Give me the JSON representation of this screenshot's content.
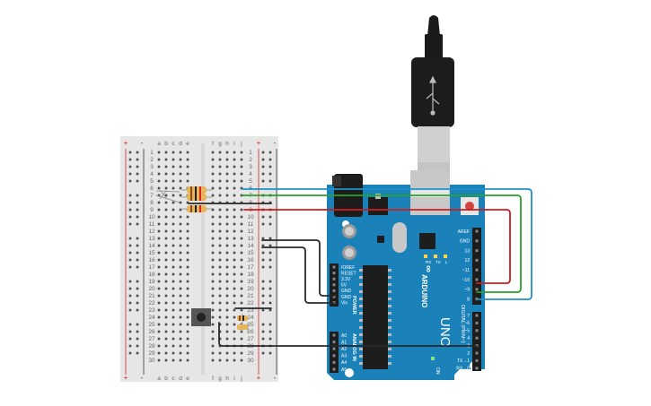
{
  "breadboard": {
    "column_letters_left": [
      "a",
      "b",
      "c",
      "d",
      "e"
    ],
    "column_letters_right": [
      "f",
      "g",
      "h",
      "i",
      "j"
    ],
    "rail_plus": "+",
    "rail_minus": "-",
    "row_count": 30
  },
  "arduino": {
    "brand": "ARDUINO",
    "model": "UNO",
    "logo_symbol": "∞",
    "digital_label": "DIGITAL (PWM~)",
    "analog_label": "ANALOG IN",
    "power_label": "POWER",
    "on_label": "ON",
    "tx_label": "TX",
    "rx_label": "RX",
    "l_label": "L",
    "power_pins": [
      "IOREF",
      "RESET",
      "3.3V",
      "5V",
      "GND",
      "GND",
      "Vin"
    ],
    "analog_pins": [
      "A0",
      "A1",
      "A2",
      "A3",
      "A4",
      "A5"
    ],
    "digital_pins_top": [
      "AREF",
      "GND",
      "13",
      "12",
      "~11",
      "~10",
      "~9",
      "8"
    ],
    "digital_pins_bottom": [
      "7",
      "~6",
      "~5",
      "4",
      "~3",
      "2",
      "TX→1",
      "RX←0"
    ]
  },
  "wire_colors": {
    "blue": "#1e90c8",
    "green": "#2aa12a",
    "red": "#d01c1c",
    "black": "#2a2a2a"
  }
}
